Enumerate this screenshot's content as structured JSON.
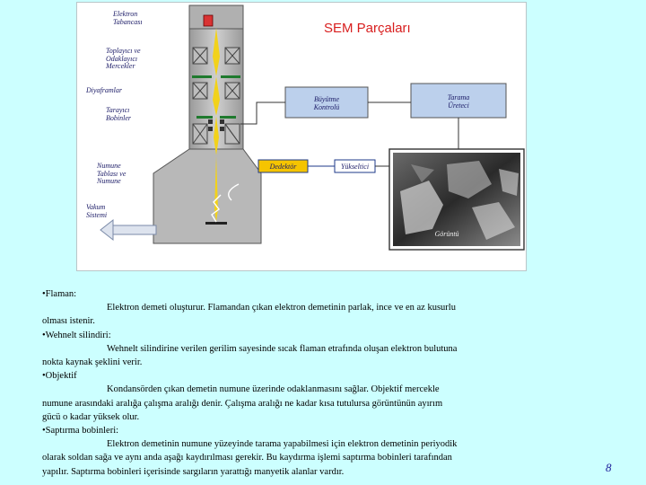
{
  "figure": {
    "title": "SEM Parçaları",
    "labels": {
      "electron_gun": "Elektron\nTabancası",
      "condenser": "Toplayıcı ve\nOdaklayıcı\nMercekler",
      "apertures": "Diyaframlar",
      "scan_coils": "Tarayıcı\nBobinler",
      "specimen": "Numune\nTablası ve\nNumune",
      "vacuum": "Vakum\nSistemi",
      "magnification_control": "Büyütme\nKontrolü",
      "scan_generator": "Tarama\nÜreteci",
      "detector": "Dedektör",
      "amplifier": "Yükseltici",
      "display": "Görüntü"
    },
    "colors": {
      "column": "#b9b9b9",
      "lens": "#bdbdbd",
      "beam": "#f2d21a",
      "aperture": "#1f7a2e",
      "gun_box": "#d93333",
      "ctrl_box": "#bcd0ec",
      "detector_box": "#f5c400"
    }
  },
  "body_text": {
    "item1_head": "•Flaman:",
    "item1_body": "Elektron demeti oluşturur. Flamandan çıkan elektron demetinin parlak, ince ve en az kusurlu",
    "item1_cont": "olması istenir.",
    "item2_head": "•Wehnelt silindiri:",
    "item2_body": "Wehnelt silindirine verilen gerilim sayesinde sıcak flaman etrafında oluşan elektron bulutuna",
    "item2_cont": "nokta kaynak şeklini verir.",
    "item3_head": "•Objektif",
    "item3_body": "Kondansörden çıkan demetin numune üzerinde odaklanmasını sağlar. Objektif mercekle",
    "item3_cont1": "numune arasındaki aralığa çalışma aralığı denir. Çalışma aralığı ne kadar kısa tutulursa görüntünün ayırım",
    "item3_cont2": "gücü o kadar yüksek olur.",
    "item4_head": "•Saptırma bobinleri:",
    "item4_body": "Elektron demetinin numune yüzeyinde tarama yapabilmesi için elektron demetinin periyodik",
    "item4_cont1": "olarak soldan sağa ve aynı anda aşağı kaydırılması gerekir. Bu kaydırma işlemi saptırma bobinleri tarafından",
    "item4_cont2": "yapılır. Saptırma bobinleri içerisinde sargıların yarattığı manyetik alanlar vardır."
  },
  "page_number": "8"
}
